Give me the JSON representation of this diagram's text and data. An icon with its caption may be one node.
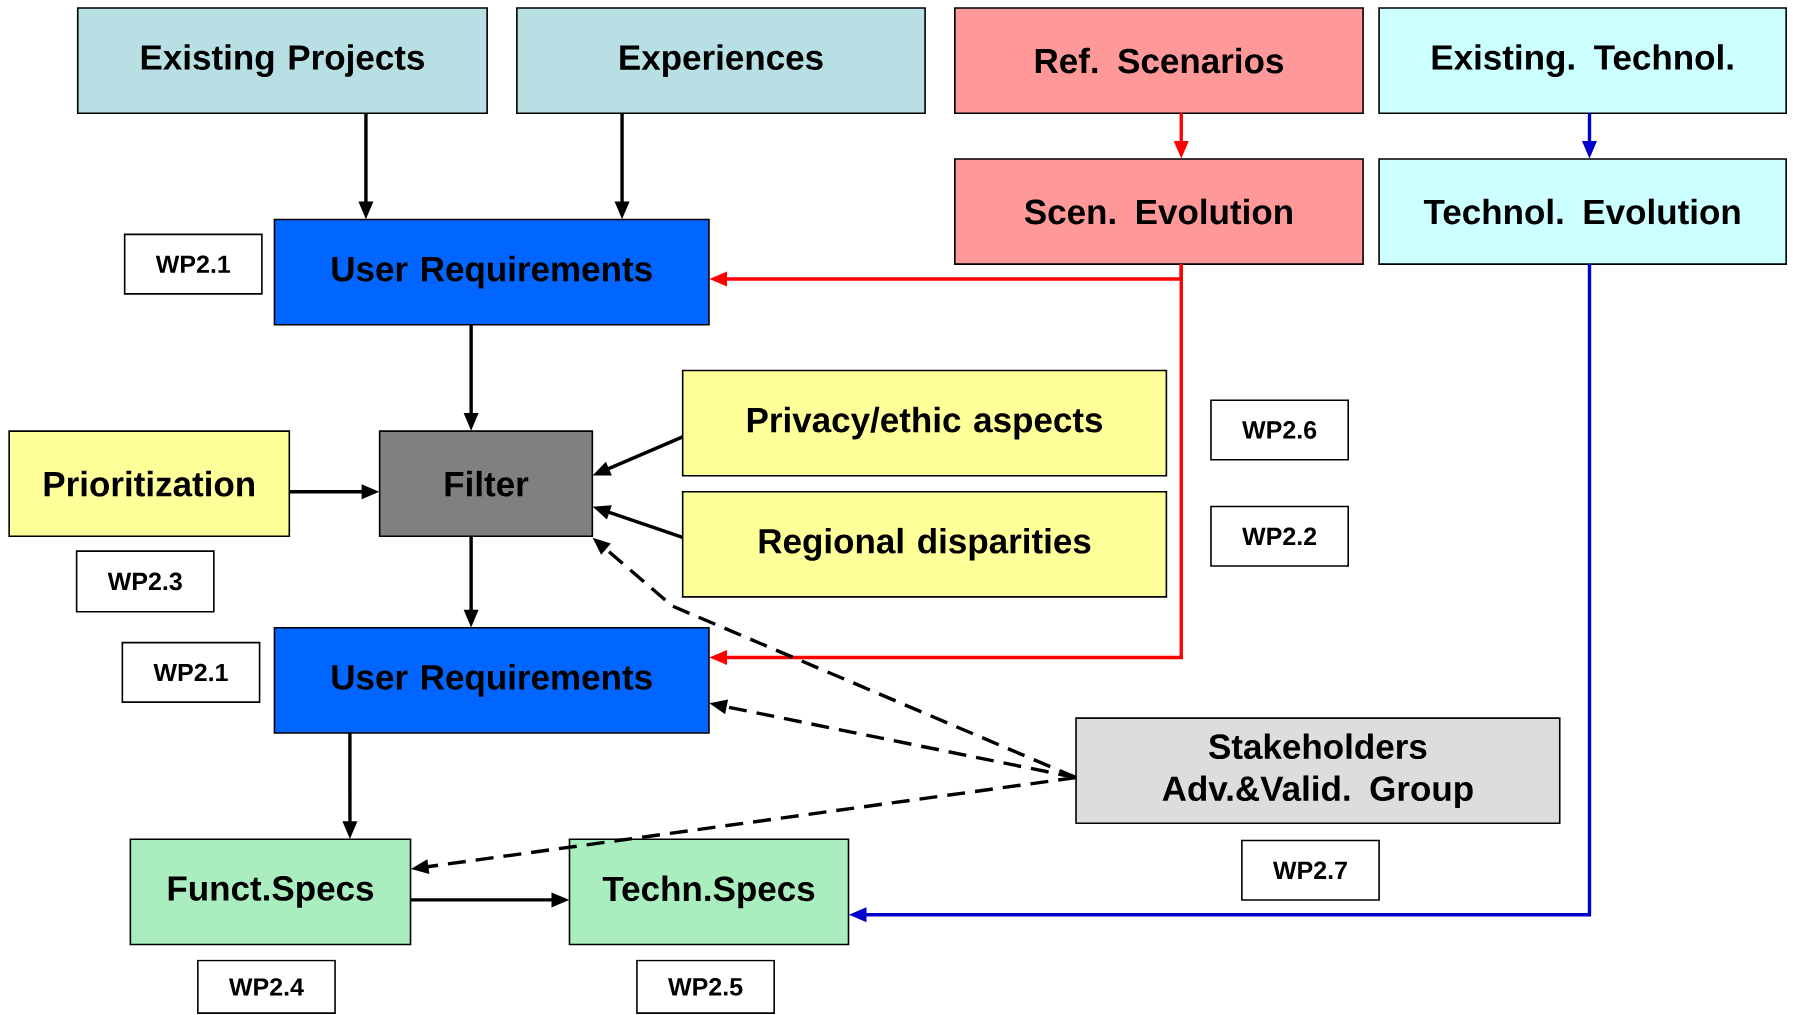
{
  "diagram": {
    "nodes": [
      {
        "text": [
          "Existing Projects"
        ]
      },
      {
        "text": [
          "Experiences"
        ]
      },
      {
        "text": [
          "Ref. Scenarios"
        ]
      },
      {
        "text": [
          "Existing. Technol."
        ]
      },
      {
        "text": [
          "Scen. Evolution"
        ]
      },
      {
        "text": [
          "Technol. Evolution"
        ]
      },
      {
        "text": [
          "User Requirements"
        ]
      },
      {
        "text": [
          "WP2.1"
        ]
      },
      {
        "text": [
          "Privacy/ethic aspects"
        ]
      },
      {
        "text": [
          "WP2.6"
        ]
      },
      {
        "text": [
          "Prioritization"
        ]
      },
      {
        "text": [
          "Filter"
        ]
      },
      {
        "text": [
          "Regional disparities"
        ]
      },
      {
        "text": [
          "WP2.2"
        ]
      },
      {
        "text": [
          "WP2.3"
        ]
      },
      {
        "text": [
          "User Requirements"
        ]
      },
      {
        "text": [
          "WP2.1"
        ]
      },
      {
        "text": [
          "Stakeholders Adv.&Valid. Group"
        ]
      },
      {
        "text": [
          "Funct.Specs"
        ]
      },
      {
        "text": [
          "Techn.Specs"
        ]
      },
      {
        "text": [
          "WP2.7"
        ]
      },
      {
        "text": [
          "WP2.4"
        ]
      },
      {
        "text": [
          "WP2.5"
        ]
      }
    ],
    "edges": [
      {
        "from": 0,
        "to": 6,
        "arrow": "to"
      },
      {
        "from": 1,
        "to": 6,
        "arrow": "to"
      },
      {
        "from": 2,
        "to": 4,
        "arrow": "to",
        "color": "#ff0000"
      },
      {
        "from": 3,
        "to": 5,
        "arrow": "to",
        "color": "#0000cc"
      },
      {
        "from": 4,
        "to": 6,
        "arrow": "to",
        "color": "#ff0000"
      },
      {
        "from": 4,
        "to": 15,
        "arrow": "to",
        "color": "#ff0000"
      },
      {
        "from": 5,
        "to": 19,
        "arrow": "to",
        "color": "#0000cc"
      },
      {
        "from": 6,
        "to": 11,
        "arrow": "to"
      },
      {
        "from": 10,
        "to": 11,
        "arrow": "to"
      },
      {
        "from": 8,
        "to": 11,
        "arrow": "to"
      },
      {
        "from": 12,
        "to": 11,
        "arrow": "to"
      },
      {
        "from": 11,
        "to": 15,
        "arrow": "to"
      },
      {
        "from": 17,
        "to": 11,
        "arrow": "to",
        "style": "dashed"
      },
      {
        "from": 17,
        "to": 15,
        "arrow": "to",
        "style": "dashed"
      },
      {
        "from": 17,
        "to": 18,
        "arrow": "to",
        "style": "dashed"
      },
      {
        "from": 15,
        "to": 18,
        "arrow": "to"
      },
      {
        "from": 18,
        "to": 19,
        "arrow": "to"
      }
    ]
  }
}
